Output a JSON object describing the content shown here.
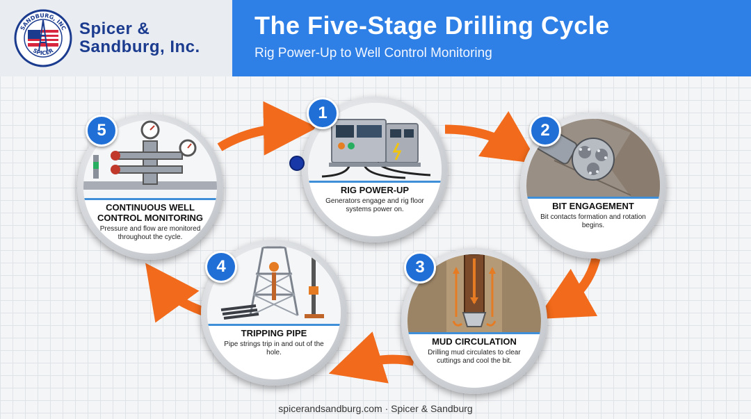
{
  "brand": {
    "name_line1": "Spicer &",
    "name_line2": "Sandburg, Inc.",
    "seal_text_top": "SANDBURG, INC",
    "seal_text_bottom": "SPICER"
  },
  "header": {
    "title": "The Five-Stage Drilling Cycle",
    "subtitle": "Rig Power-Up to Well Control Monitoring"
  },
  "colors": {
    "header_blue": "#2f80e6",
    "badge_blue": "#1f6fd6",
    "arrow_orange": "#f26a1b",
    "divider_blue": "#3f8fd8"
  },
  "stages": [
    {
      "number": "1",
      "title": "RIG POWER-UP",
      "description": "Generators engage and rig floor systems power on.",
      "icon": "generator-icon"
    },
    {
      "number": "2",
      "title": "BIT ENGAGEMENT",
      "description": "Bit contacts formation and rotation begins.",
      "icon": "drill-bit-icon"
    },
    {
      "number": "3",
      "title": "MUD CIRCULATION",
      "description": "Drilling mud circulates to clear cuttings and cool the bit.",
      "icon": "mud-circulation-icon"
    },
    {
      "number": "4",
      "title": "TRIPPING PIPE",
      "description": "Pipe strings trip in and out of the hole.",
      "icon": "derrick-icon"
    },
    {
      "number": "5",
      "title": "CONTINUOUS WELL CONTROL MONITORING",
      "description": "Pressure and flow are monitored throughout the cycle.",
      "icon": "wellhead-gauge-icon"
    }
  ],
  "footer": {
    "text": "spicerandsandburg.com · Spicer & Sandburg"
  }
}
